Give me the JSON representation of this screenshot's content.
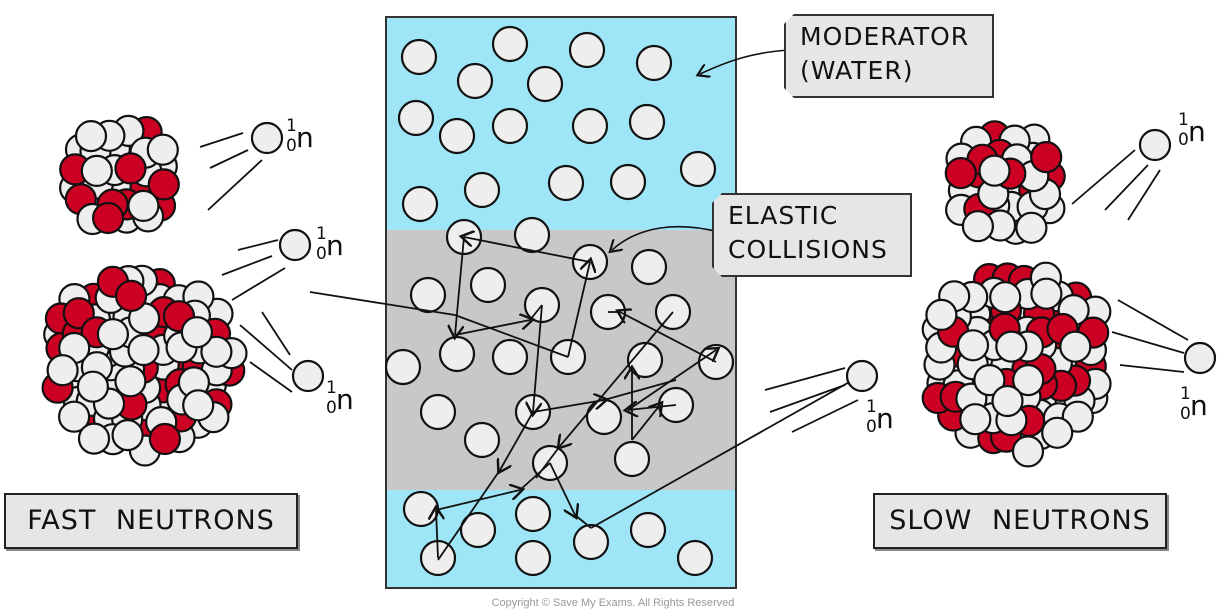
{
  "labels": {
    "fast_neutrons": "FAST NEUTRONS",
    "slow_neutrons": "SLOW NEUTRONS",
    "moderator_line1": "MODERATOR",
    "moderator_line2": "(WATER)",
    "elastic_line1": "ELASTIC",
    "elastic_line2": "COLLISIONS"
  },
  "neutron_symbol": {
    "letter": "n",
    "mass_number": "1",
    "atomic_number": "0"
  },
  "copyright": "Copyright © Save My Exams. All Rights Reserved",
  "colors": {
    "water": "#9ee6f7",
    "moderator_grey": "#c8c8c8",
    "proton_red": "#cc0022",
    "neutron_white": "#eeeeee",
    "outline": "#111111",
    "label_bg": "#e6e6e6"
  }
}
